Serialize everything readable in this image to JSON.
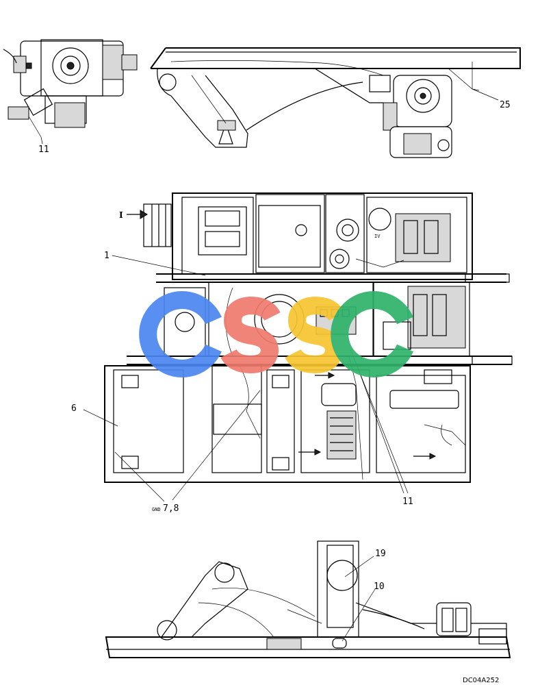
{
  "callouts": {
    "c11_top": "11",
    "c25": "25",
    "c1": "1",
    "c6": "6",
    "c78": "7,8",
    "gnd": "GND",
    "c11_mid": "11",
    "c19": "19",
    "c10": "10",
    "view_i": "I",
    "view_iv": "IV"
  },
  "drawing_code": "DC04A252",
  "watermark": {
    "letters": [
      "c",
      "s",
      "s",
      "c"
    ],
    "colors": [
      "#4a86f0",
      "#f07a6e",
      "#f7c531",
      "#2fb36a"
    ]
  }
}
